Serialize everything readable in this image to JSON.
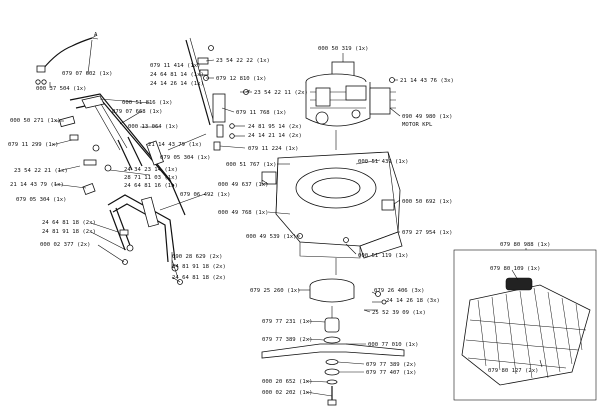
{
  "labels": {
    "l1": "079 07 602 (1x)",
    "l2": "000 37 504 (1x)",
    "l3": "000 51 816 (1x)",
    "l4": "079 07 668 (1x)",
    "l5": "000 50 271 (1x)",
    "l6": "000 13 064 (1x)",
    "l7": "079 11 299 (1x)",
    "l8": "21 14 43 79 (1x)",
    "l9": "079 05 304 (1x)",
    "l10": "23 54 22 21 (1x)",
    "l11": "21 14 43 79 (1x)",
    "l12": "24 34 23 14 (1x)",
    "l13": "28 71 11 03 (1x)",
    "l14": "24 64 81 16 (1x)",
    "l15": "079 05 304 (1x)",
    "l16": "079 06 492 (1x)",
    "l17": "24 64 81 18 (2x)",
    "l18": "24 81 91 18 (2x)",
    "l19": "000 02 377 (2x)",
    "l20": "090 28 629 (2x)",
    "l21": "24 81 91 18 (2x)",
    "l22": "24 64 81 18 (2x)",
    "l23": "079 11 414 (1x)",
    "l24": "24 64 81 14 (1x)",
    "l25": "24 14 26 14 (1x)",
    "l26": "23 54 22 22 (1x)",
    "l27": "079 12 810 (1x)",
    "l28": "23 54 22 11 (2x)",
    "l29": "079 11 768 (1x)",
    "l30": "24 81 95 14 (2x)",
    "l31": "24 14 21 14 (2x)",
    "l32": "079 11 224 (1x)",
    "l33": "000 50 319 (1x)",
    "l34": "21 14 43 76 (3x)",
    "l35": "090 49 980 (1x)",
    "l36": "MOTOR KPL",
    "l37": "000 51 767 (1x)",
    "l38": "000 51 439 (1x)",
    "l39": "000 49 637 (1x)",
    "l40": "000 50 692 (1x)",
    "l41": "000 49 768 (1x)",
    "l42": "079 27 954 (1x)",
    "l43": "000 49 539 (1x)",
    "l44": "000 51 119 (1x)",
    "l45": "079 80 988 (1x)",
    "l46": "079 80 109 (1x)",
    "l47": "079 25 260 (1x)",
    "l48": "079 26 406 (3x)",
    "l49": "24 14 26 18 (3x)",
    "l50": "25 52 39 09 (1x)",
    "l51": "079 77 231 (1x)",
    "l52": "000 77 010 (1x)",
    "l53": "079 77 389 (2x)",
    "l54": "079 77 389 (2x)",
    "l55": "079 77 407 (1x)",
    "l56": "000 20 652 (1x)",
    "l57": "000 02 202 (1x)",
    "l58": "079 80 127 (2x)",
    "letterA": "A"
  }
}
